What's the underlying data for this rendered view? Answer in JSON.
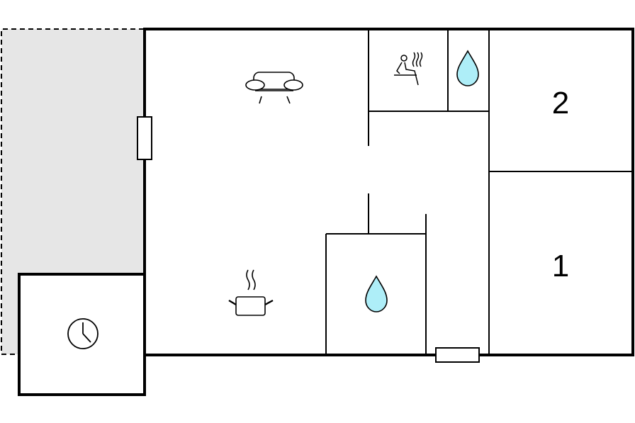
{
  "floorplan": {
    "rooms": [
      {
        "id": "bedroom-2",
        "label": "2"
      },
      {
        "id": "bedroom-1",
        "label": "1"
      }
    ],
    "icons": [
      {
        "name": "sofa-icon",
        "room": "living-room"
      },
      {
        "name": "sauna-icon",
        "room": "sauna"
      },
      {
        "name": "water-drop-icon",
        "room": "shower"
      },
      {
        "name": "water-drop-icon",
        "room": "bathroom"
      },
      {
        "name": "cooking-pot-icon",
        "room": "kitchen"
      },
      {
        "name": "clock-icon",
        "room": "porch"
      }
    ],
    "colors": {
      "wall": "#000000",
      "terrace_fill": "#e6e6e6",
      "water": "#aeeef8",
      "background": "#ffffff"
    }
  }
}
